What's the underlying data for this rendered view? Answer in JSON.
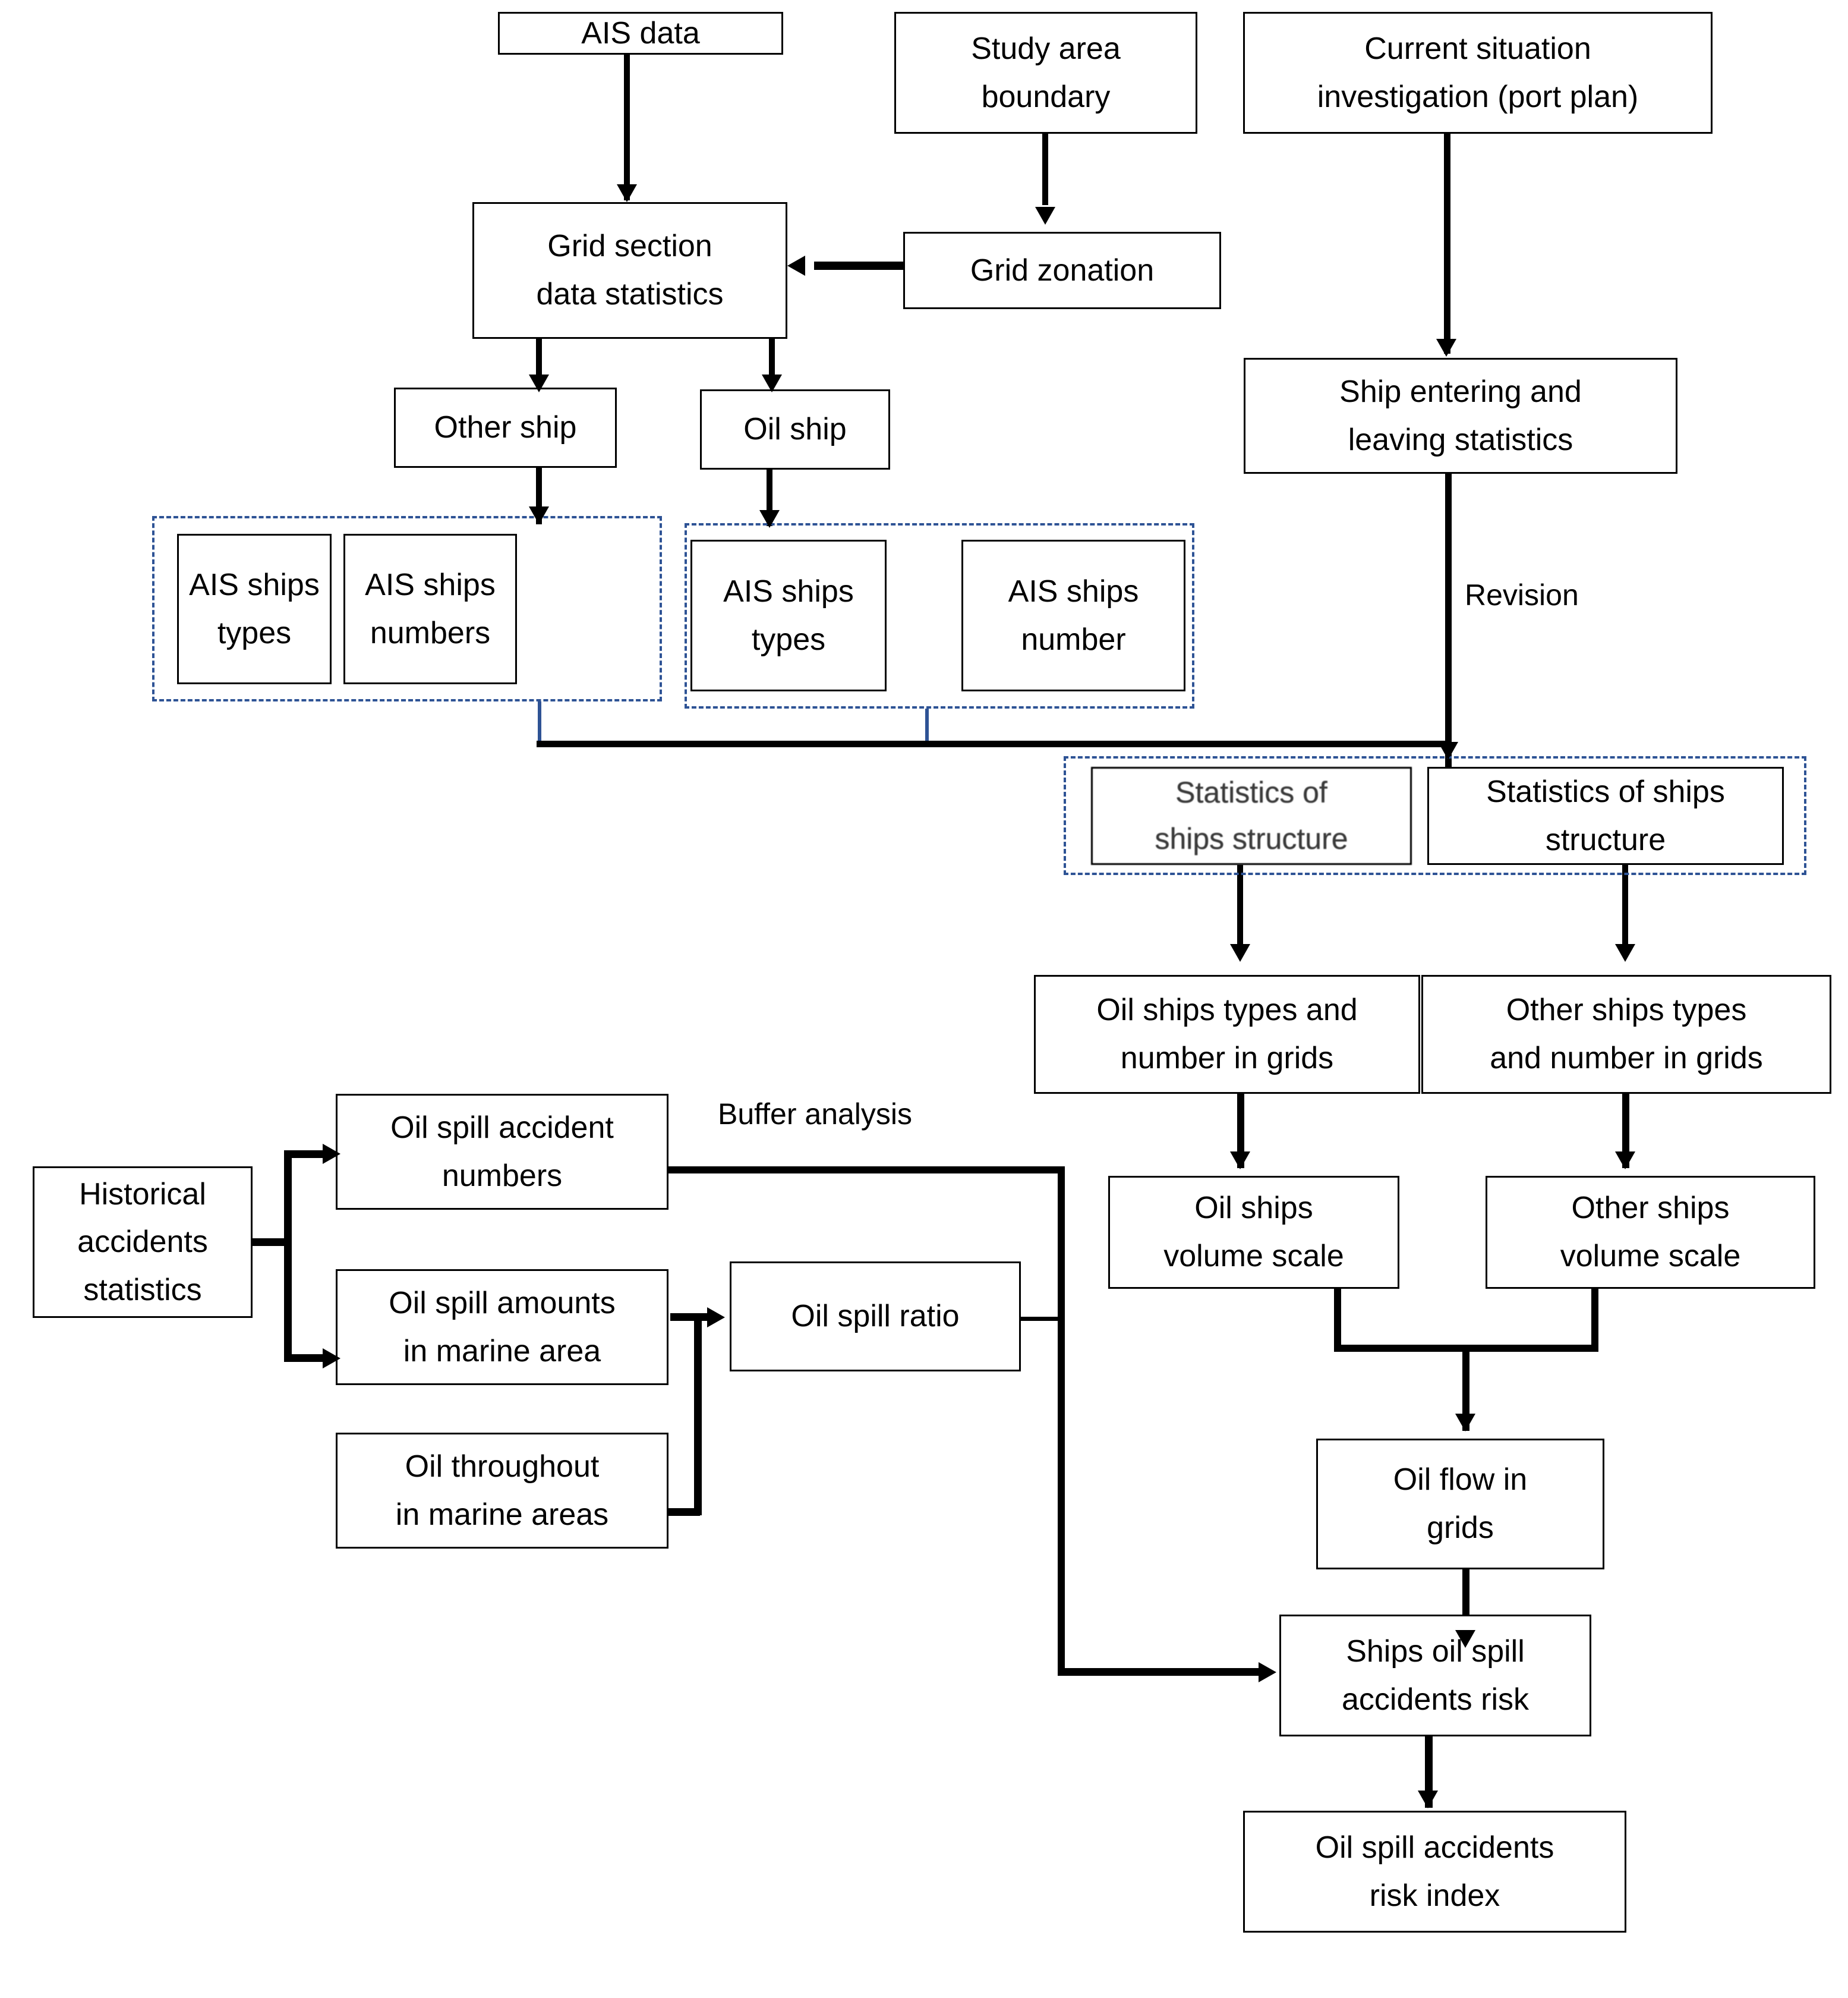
{
  "diagram": {
    "title": "Ship oil spill accident risk assessment flowchart",
    "accent_dashed_color": "#2e5395",
    "line_color": "#000000",
    "background_color": "#ffffff"
  },
  "nodes": {
    "ais_data": "AIS data",
    "study_area_boundary": "Study area\nboundary",
    "study_area_boundary_l1": "Study area",
    "study_area_boundary_l2": "boundary",
    "current_situation_l1": "Current situation",
    "current_situation_l2": "investigation (port plan)",
    "grid_section_l1": "Grid section",
    "grid_section_l2": "data statistics",
    "grid_zonation": "Grid zonation",
    "other_ship": "Other ship",
    "oil_ship": "Oil ship",
    "ship_entering_l1": "Ship entering and",
    "ship_entering_l2": "leaving statistics",
    "ais_ships_types_left": "AIS ships",
    "ais_ships_types_left_l2": "types",
    "ais_ships_numbers_left": "AIS ships",
    "ais_ships_numbers_left_l2": "numbers",
    "ais_ships_types_right": "AIS ships",
    "ais_ships_types_right_l2": "types",
    "ais_ships_number_right": "AIS ships",
    "ais_ships_number_right_l2": "number",
    "stats_ships_structure_a_l1": "Statistics of",
    "stats_ships_structure_a_l2": "ships structure",
    "stats_ships_structure_b_l1": "Statistics of ships",
    "stats_ships_structure_b_l2": "structure",
    "oil_ships_types_l1": "Oil ships types and",
    "oil_ships_types_l2": "number in grids",
    "other_ships_types_l1": "Other ships types",
    "other_ships_types_l2": "and number in grids",
    "oil_ships_volume_l1": "Oil ships",
    "oil_ships_volume_l2": "volume scale",
    "other_ships_volume_l1": "Other ships",
    "other_ships_volume_l2": "volume scale",
    "oil_flow_l1": "Oil flow in",
    "oil_flow_l2": "grids",
    "historical_l1": "Historical",
    "historical_l2": "accidents",
    "historical_l3": "statistics",
    "oil_spill_accident_numbers_l1": "Oil spill accident",
    "oil_spill_accident_numbers_l2": "numbers",
    "oil_spill_amounts_l1": "Oil spill amounts",
    "oil_spill_amounts_l2": "in marine area",
    "oil_throughout_l1": "Oil throughout",
    "oil_throughout_l2": "in marine areas",
    "oil_spill_ratio": "Oil spill ratio",
    "ships_oil_spill_risk_l1": "Ships oil spill",
    "ships_oil_spill_risk_l2": "accidents risk",
    "risk_index_l1": "Oil spill accidents",
    "risk_index_l2": "risk index"
  },
  "edge_labels": {
    "revision": "Revision",
    "buffer_analysis": "Buffer analysis"
  }
}
